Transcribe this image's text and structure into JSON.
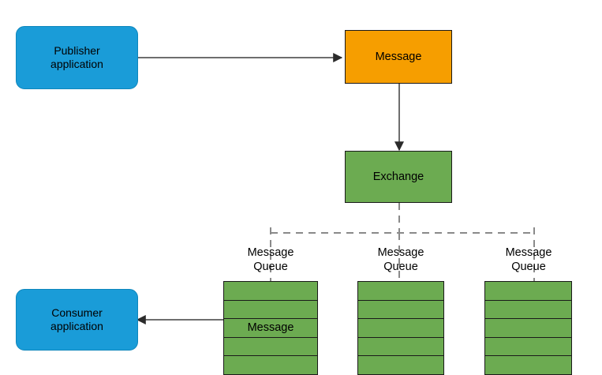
{
  "diagram": {
    "title": "Message broker publish/subscribe flow",
    "colors": {
      "application_blue": "#1a9cd8",
      "message_orange": "#f69e00",
      "exchange_green": "#6cab51",
      "connector_gray": "#6e6e6e",
      "dashed_gray": "#8a8a8a",
      "outline_black": "#1a1a1a",
      "background": "#ffffff"
    },
    "nodes": {
      "publisher": {
        "label": "Publisher\napplication",
        "shape": "rounded-rectangle",
        "fill": "#1a9cd8"
      },
      "message": {
        "label": "Message",
        "shape": "rectangle",
        "fill": "#f69e00"
      },
      "exchange": {
        "label": "Exchange",
        "shape": "rectangle",
        "fill": "#6cab51"
      },
      "consumer": {
        "label": "Consumer\napplication",
        "shape": "rounded-rectangle",
        "fill": "#1a9cd8"
      }
    },
    "queues": [
      {
        "label": "Message\nQueue",
        "cells": [
          "",
          "",
          "Message",
          "",
          ""
        ]
      },
      {
        "label": "Message\nQueue",
        "cells": [
          "",
          "",
          "",
          "",
          ""
        ]
      },
      {
        "label": "Message\nQueue",
        "cells": [
          "",
          "",
          "",
          "",
          ""
        ]
      }
    ],
    "connectors": [
      {
        "name": "publisher-to-message",
        "style": "solid",
        "arrowhead": "end",
        "from": "publisher",
        "to": "message"
      },
      {
        "name": "message-to-exchange",
        "style": "solid",
        "arrowhead": "end",
        "from": "message",
        "to": "exchange"
      },
      {
        "name": "exchange-to-queues",
        "style": "dashed",
        "arrowhead": "none",
        "from": "exchange",
        "to": "queues"
      },
      {
        "name": "queue-to-consumer",
        "style": "solid",
        "arrowhead": "end",
        "from": "queue-1",
        "to": "consumer"
      }
    ]
  }
}
